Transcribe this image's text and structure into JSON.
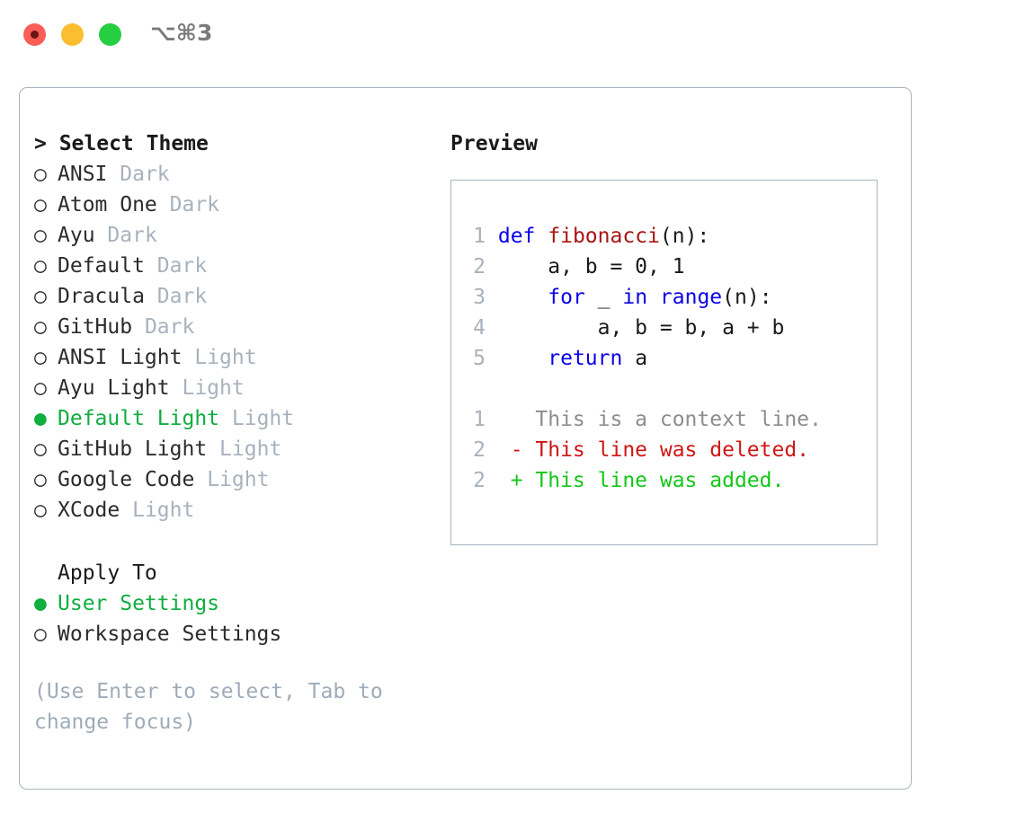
{
  "titlebar": {
    "shortcut": "⌥⌘3",
    "buttons": [
      {
        "name": "close",
        "color": "#fb5d57"
      },
      {
        "name": "minimize",
        "color": "#fcbd2e"
      },
      {
        "name": "zoom",
        "color": "#26ce42"
      }
    ]
  },
  "theme_picker": {
    "header": "> Select Theme",
    "selected_bullet": "●",
    "unselected_bullet": "○",
    "accent_color": "#0eae3f",
    "muted_color": "#a8b2bd",
    "items": [
      {
        "label": "ANSI",
        "variant": "Dark",
        "selected": false
      },
      {
        "label": "Atom One",
        "variant": "Dark",
        "selected": false
      },
      {
        "label": "Ayu",
        "variant": "Dark",
        "selected": false
      },
      {
        "label": "Default",
        "variant": "Dark",
        "selected": false
      },
      {
        "label": "Dracula",
        "variant": "Dark",
        "selected": false
      },
      {
        "label": "GitHub",
        "variant": "Dark",
        "selected": false
      },
      {
        "label": "ANSI Light",
        "variant": "Light",
        "selected": false
      },
      {
        "label": "Ayu Light",
        "variant": "Light",
        "selected": false
      },
      {
        "label": "Default Light",
        "variant": "Light",
        "selected": true
      },
      {
        "label": "GitHub Light",
        "variant": "Light",
        "selected": false
      },
      {
        "label": "Google Code",
        "variant": "Light",
        "selected": false
      },
      {
        "label": "XCode",
        "variant": "Light",
        "selected": false
      }
    ]
  },
  "apply_to": {
    "header": "Apply To",
    "items": [
      {
        "label": "User Settings",
        "selected": true
      },
      {
        "label": "Workspace Settings",
        "selected": false
      }
    ]
  },
  "hint": "(Use Enter to select, Tab to change focus)",
  "preview": {
    "title": "Preview",
    "code_lines": [
      {
        "no": "1",
        "indent": "",
        "tokens": [
          {
            "t": "def",
            "c": "kw"
          },
          {
            "t": " ",
            "c": "pl"
          },
          {
            "t": "fibonacci",
            "c": "fn"
          },
          {
            "t": "(n):",
            "c": "pl"
          }
        ]
      },
      {
        "no": "2",
        "indent": "    ",
        "tokens": [
          {
            "t": "a, b = 0, 1",
            "c": "pl"
          }
        ]
      },
      {
        "no": "3",
        "indent": "    ",
        "tokens": [
          {
            "t": "for",
            "c": "kw"
          },
          {
            "t": " _ ",
            "c": "pl"
          },
          {
            "t": "in",
            "c": "kw"
          },
          {
            "t": " ",
            "c": "pl"
          },
          {
            "t": "range",
            "c": "kw"
          },
          {
            "t": "(n):",
            "c": "pl"
          }
        ]
      },
      {
        "no": "4",
        "indent": "        ",
        "tokens": [
          {
            "t": "a, b = b, a + b",
            "c": "pl"
          }
        ]
      },
      {
        "no": "5",
        "indent": "    ",
        "tokens": [
          {
            "t": "return",
            "c": "kw"
          },
          {
            "t": " a",
            "c": "pl"
          }
        ]
      }
    ],
    "diff_lines": [
      {
        "no": "1",
        "marker": "  ",
        "text": "This is a context line.",
        "kind": "diff-ctx"
      },
      {
        "no": "2",
        "marker": "- ",
        "text": "This line was deleted.",
        "kind": "diff-del"
      },
      {
        "no": "2",
        "marker": "+ ",
        "text": "This line was added.",
        "kind": "diff-add"
      }
    ]
  }
}
